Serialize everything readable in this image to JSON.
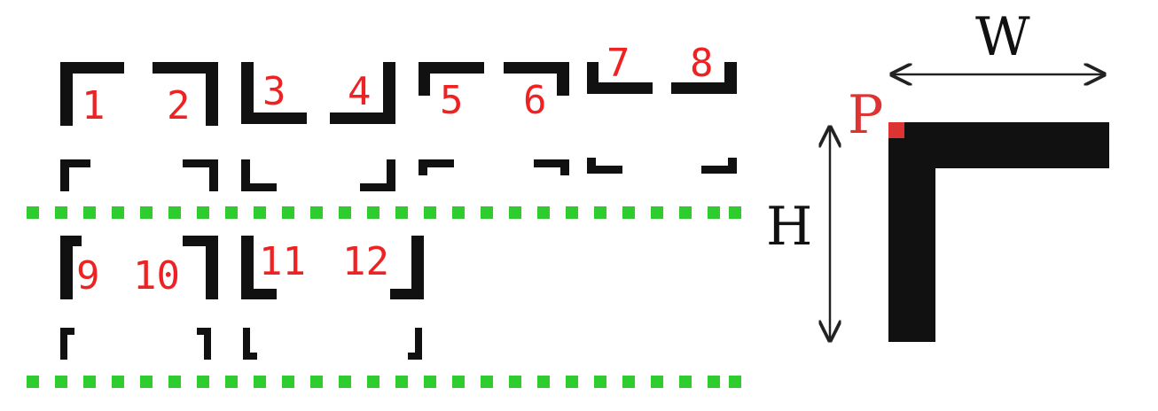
{
  "diagram": {
    "corner_labels": [
      "1",
      "2",
      "3",
      "4",
      "5",
      "6",
      "7",
      "8",
      "9",
      "10",
      "11",
      "12"
    ],
    "detail": {
      "width_label": "W",
      "height_label": "H",
      "point_label": "P"
    },
    "colors": {
      "glyph": "#111111",
      "label": "#ee2222",
      "separator": "#2ecc2e",
      "point": "#dd3333",
      "arrow": "#222222"
    }
  }
}
